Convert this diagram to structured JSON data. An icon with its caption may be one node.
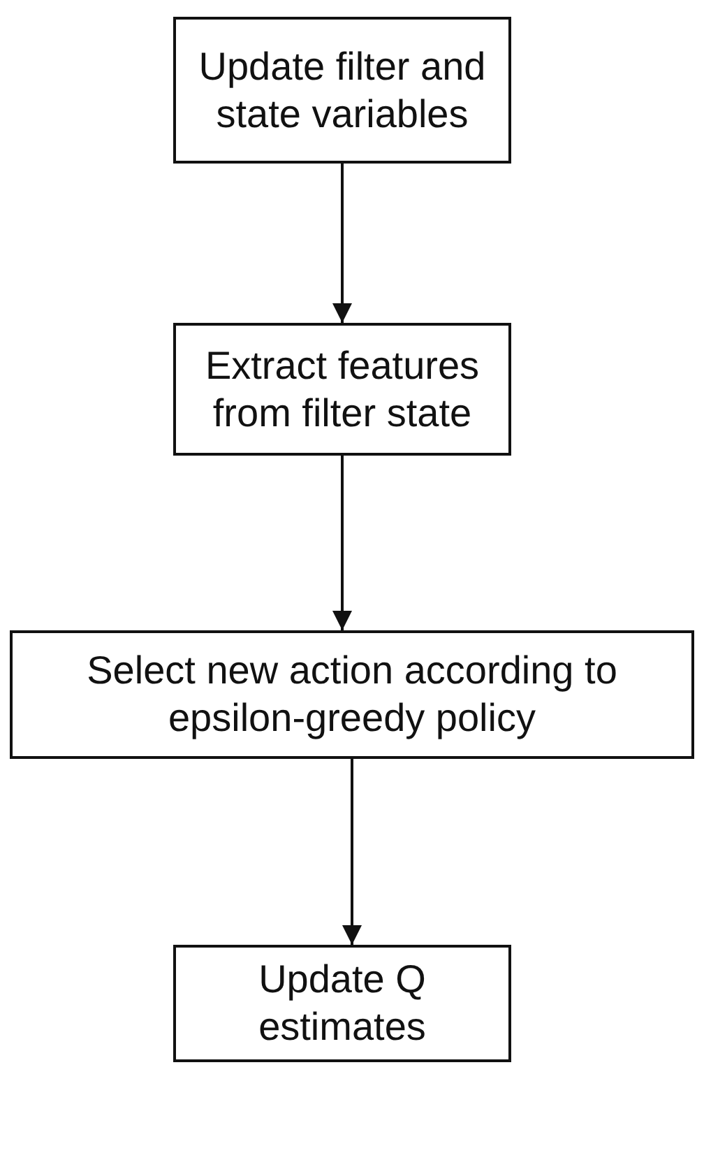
{
  "diagram": {
    "nodes": [
      {
        "text": [
          "Update filter and state variables"
        ]
      },
      {
        "text": [
          "Extract features from filter state"
        ]
      },
      {
        "text": [
          "Select new action according to epsilon-greedy policy"
        ]
      },
      {
        "text": [
          "Update Q estimates"
        ]
      }
    ],
    "edges": [
      {
        "from": 0,
        "to": 1,
        "arrow": "to"
      },
      {
        "from": 1,
        "to": 2,
        "arrow": "to"
      },
      {
        "from": 2,
        "to": 3,
        "arrow": "to"
      }
    ]
  }
}
